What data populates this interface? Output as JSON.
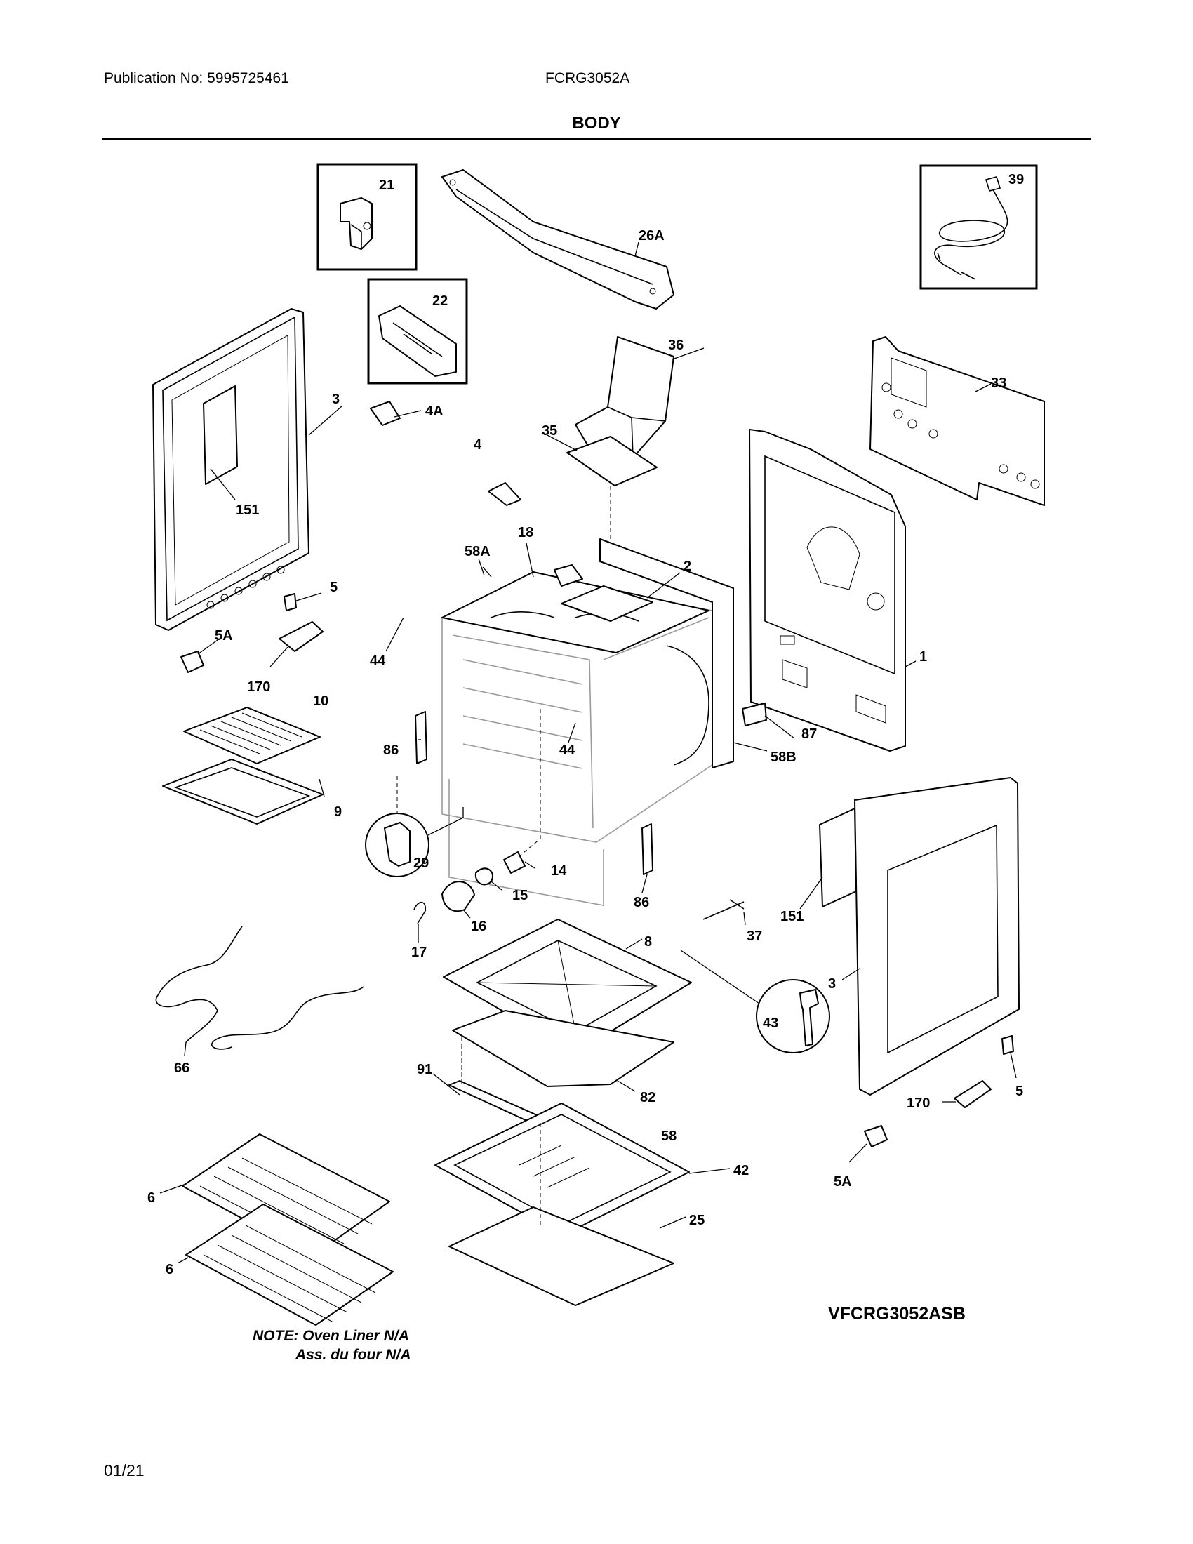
{
  "header": {
    "publication": "Publication No: 5995725461",
    "model": "FCRG3052A"
  },
  "title": "BODY",
  "variant": "VFCRG3052ASB",
  "note": {
    "line1": "NOTE: Oven Liner N/A",
    "line2": "Ass. du four N/A"
  },
  "footer": {
    "page": "01/21"
  },
  "callouts": {
    "c21": "21",
    "c22": "22",
    "c26A": "26A",
    "c39": "39",
    "c36": "36",
    "c33": "33",
    "c3a": "3",
    "c4A": "4A",
    "c35": "35",
    "c4": "4",
    "c151a": "151",
    "c18": "18",
    "c58A": "58A",
    "c2": "2",
    "c1": "1",
    "c5a": "5",
    "c5Aa": "5A",
    "c170a": "170",
    "c44a": "44",
    "c10": "10",
    "c86a": "86",
    "c44b": "44",
    "c87": "87",
    "c58B": "58B",
    "c9": "9",
    "c29": "29",
    "c14": "14",
    "c15": "15",
    "c16": "16",
    "c17": "17",
    "c86b": "86",
    "c37": "37",
    "c151b": "151",
    "c8": "8",
    "c3b": "3",
    "c43": "43",
    "c66": "66",
    "c91": "91",
    "c82": "82",
    "c58": "58",
    "c42": "42",
    "c5b": "5",
    "c170b": "170",
    "c5Ab": "5A",
    "c25": "25",
    "c6a": "6",
    "c6b": "6"
  }
}
